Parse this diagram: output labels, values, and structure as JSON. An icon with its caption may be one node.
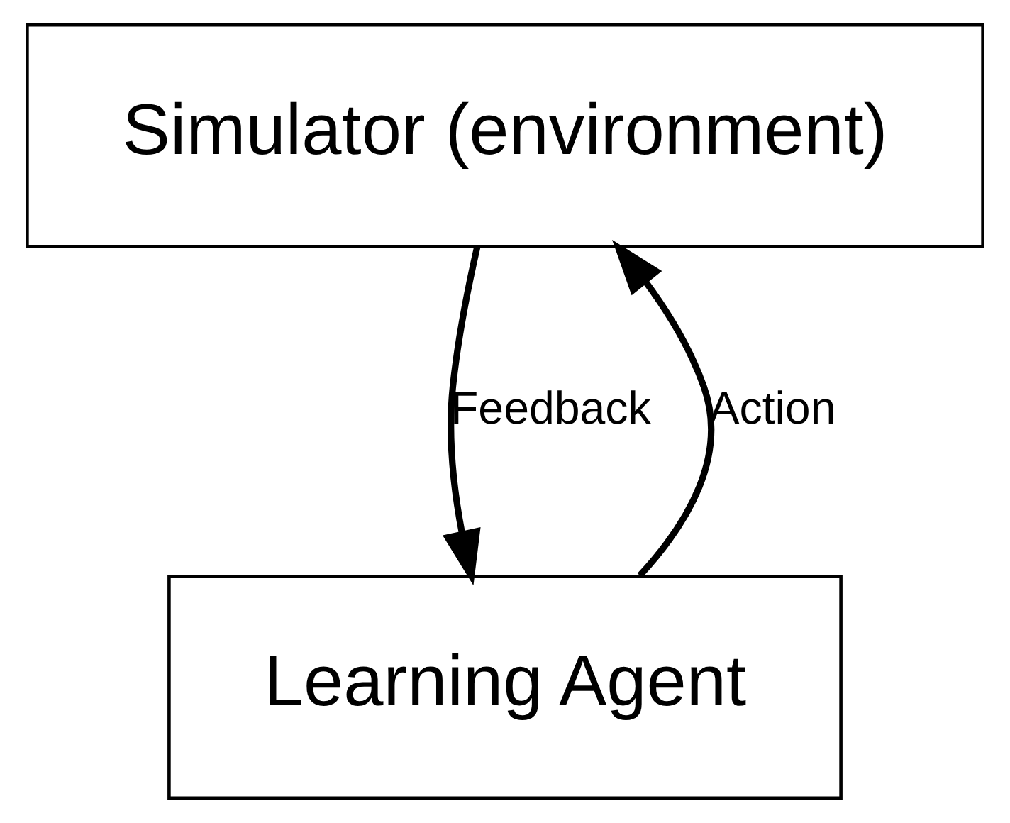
{
  "diagram": {
    "nodes": [
      {
        "text": [
          "Simulator (environment)"
        ]
      },
      {
        "text": [
          "Learning Agent"
        ]
      }
    ],
    "edges": [
      {
        "from": 0,
        "to": 1,
        "arrow": "to",
        "label": "Feedback"
      },
      {
        "from": 1,
        "to": 0,
        "arrow": "to",
        "label": "Action"
      }
    ]
  }
}
